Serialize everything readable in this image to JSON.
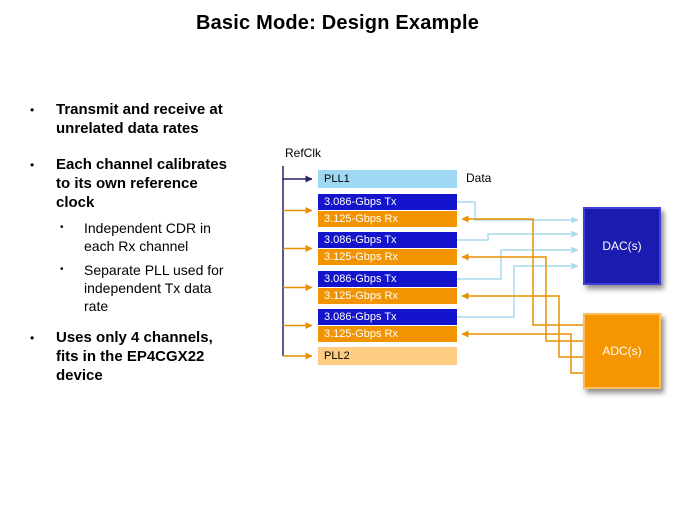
{
  "title": "Basic Mode: Design Example",
  "bullet_marker": "•",
  "bullets": [
    {
      "text": "Transmit and receive at unrelated data rates"
    },
    {
      "text": "Each channel calibrates to its own reference clock",
      "children": [
        "Independent CDR in each Rx channel",
        "Separate PLL used for independent Tx data rate"
      ]
    },
    {
      "text": "Uses only 4 channels, fits in the EP4CGX22 device"
    }
  ],
  "diagram": {
    "refclk_label": "RefClk",
    "data_label": "Data",
    "pll1_label": "PLL1",
    "pll2_label": "PLL2",
    "channels": [
      {
        "tx": "3.086-Gbps Tx",
        "rx": "3.125-Gbps Rx"
      },
      {
        "tx": "3.086-Gbps Tx",
        "rx": "3.125-Gbps Rx"
      },
      {
        "tx": "3.086-Gbps Tx",
        "rx": "3.125-Gbps Rx"
      },
      {
        "tx": "3.086-Gbps Tx",
        "rx": "3.125-Gbps Rx"
      }
    ],
    "dac_label": "DAC(s)",
    "adc_label": "ADC(s)",
    "colors": {
      "pll_bar_blue": "#9ED8F2",
      "pll2_bar_orange": "#FFCC84",
      "tx_bar_blue": "#1414CC",
      "rx_bar_orange": "#F29400",
      "dac_fill": "#1B1BAF",
      "adc_fill": "#F59500",
      "tx_line_cyan": "#A8DCEF",
      "rx_line_orange": "#E89000",
      "refclk_line_navy": "#23236B"
    }
  }
}
